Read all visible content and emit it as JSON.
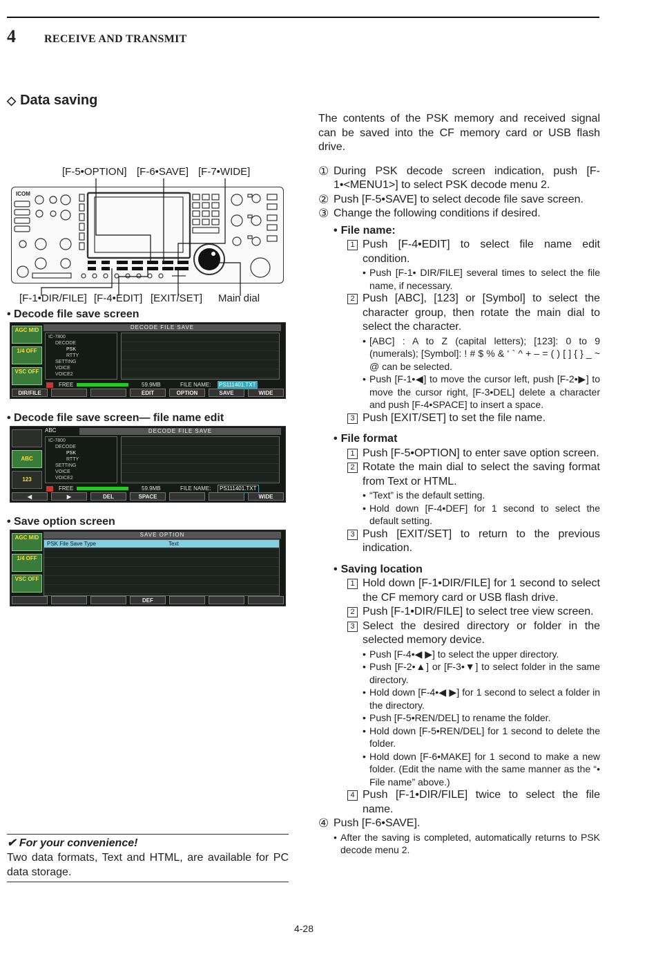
{
  "header": {
    "chapter_number": "4",
    "chapter_title": "RECEIVE AND TRANSMIT"
  },
  "section": {
    "symbol": "◇",
    "title": "Data saving"
  },
  "intro": "The contents of the PSK memory and received signal can be saved into the CF memory card or USB flash drive.",
  "steps": {
    "s1": {
      "num": "①",
      "text": "During PSK decode screen indication, push [F-1•<MENU1>] to select PSK decode menu 2."
    },
    "s2": {
      "num": "②",
      "text": "Push [F-5•SAVE] to select decode file save screen."
    },
    "s3": {
      "num": "③",
      "text": "Change the following conditions if desired."
    },
    "s4": {
      "num": "④",
      "text": "Push [F-6•SAVE].",
      "note": "After the saving is completed, automatically returns to PSK decode menu 2."
    }
  },
  "groups": {
    "file_name": {
      "title": "File name:",
      "sub1": {
        "num": "1",
        "text": "Push [F-4•EDIT] to select file name edit condition.",
        "note1": "Push [F-1• DIR/FILE] several times to select the file name, if necessary."
      },
      "sub2": {
        "num": "2",
        "text": "Push [ABC], [123] or [Symbol] to select the character group, then rotate the main dial to select the character.",
        "note1": "[ABC] : A to Z (capital letters); [123]: 0 to 9 (numerals); [Symbol]: ! # $ % & ‘ ` ^ + – = ( ) [ ] { } _ ~ @ can be selected.",
        "note2": "Push [F-1•◀] to move the cursor left, push [F-2•▶] to move the cursor right, [F-3•DEL] delete a character and push [F-4•SPACE] to insert a space."
      },
      "sub3": {
        "num": "3",
        "text": "Push [EXIT/SET] to set the file name."
      }
    },
    "file_format": {
      "title": "File format",
      "sub1": {
        "num": "1",
        "text": "Push [F-5•OPTION] to enter save option screen."
      },
      "sub2": {
        "num": "2",
        "text": "Rotate the main dial to select the saving format from Text or HTML.",
        "note1": "“Text” is the default setting.",
        "note2": "Hold down [F-4•DEF] for 1 second to select the default setting."
      },
      "sub3": {
        "num": "3",
        "text": "Push [EXIT/SET] to return to the previous indication."
      }
    },
    "saving_location": {
      "title": "Saving location",
      "sub1": {
        "num": "1",
        "text": "Hold down [F-1•DIR/FILE] for 1 second to select the CF memory card or USB flash drive."
      },
      "sub2": {
        "num": "2",
        "text": "Push [F-1•DIR/FILE] to select tree view screen."
      },
      "sub3": {
        "num": "3",
        "text": "Select the desired directory or folder in the selected memory device.",
        "notes": [
          "Push [F-4•◀ ▶] to select the upper directory.",
          "Push [F-2•▲] or [F-3•▼] to select folder in the same directory.",
          "Hold down [F-4•◀ ▶] for 1 second to select a folder in the directory.",
          "Push [F-5•REN/DEL] to rename the folder.",
          "Hold down [F-5•REN/DEL] for 1 second to delete the folder.",
          "Hold down [F-6•MAKE] for 1 second to make a new folder. (Edit the name with the same manner as the “• File name” above.)"
        ]
      },
      "sub4": {
        "num": "4",
        "text": "Push [F-1•DIR/FILE] twice to select the file name."
      }
    }
  },
  "radio_labels": {
    "f5": "[F-5•OPTION]",
    "f6": "[F-6•SAVE]",
    "f7": "[F-7•WIDE]",
    "f1": "[F-1•DIR/FILE]",
    "f4": "[F-4•EDIT]",
    "exit": "[EXIT/SET]",
    "dial": "Main dial",
    "brand": "ICOM"
  },
  "screens": {
    "save": {
      "caption": "• Decode file save screen",
      "title": "DECODE FILE SAVE",
      "side": [
        "AGC MID",
        "1/4 OFF",
        "VSC OFF"
      ],
      "tree": [
        "IC-7800",
        "DECODE",
        "PSK",
        "RTTY",
        "SETTING",
        "VOICE",
        "VOICE2"
      ],
      "free_label": "FREE",
      "free_value": "59.9MB",
      "file_label": "FILE NAME:",
      "file_value": "PS111401.TXT",
      "keys": [
        "DIR/FILE",
        "",
        "",
        "EDIT",
        "OPTION",
        "SAVE",
        "WIDE"
      ]
    },
    "edit": {
      "caption": "• Decode file save screen— file name edit",
      "title": "DECODE FILE SAVE",
      "mode": "ABC",
      "side": [
        "",
        "ABC",
        "123"
      ],
      "tree": [
        "IC-7800",
        "DECODE",
        "PSK",
        "RTTY",
        "SETTING",
        "VOICE",
        "VOICE2"
      ],
      "free_label": "FREE",
      "free_value": "59.9MB",
      "file_label": "FILE NAME:",
      "file_value": "PS111401.TXT",
      "keys": [
        "◀",
        "▶",
        "DEL",
        "SPACE",
        "",
        "",
        "WIDE"
      ]
    },
    "option": {
      "caption": "• Save option screen",
      "title": "SAVE OPTION",
      "side": [
        "AGC MID",
        "1/4 OFF",
        "VSC OFF"
      ],
      "row_label": "PSK File Save Type",
      "row_value": "Text",
      "keys": [
        "",
        "",
        "",
        "DEF",
        "",
        "",
        ""
      ]
    }
  },
  "convenience": {
    "title": "✔ For your convenience!",
    "body": "Two data formats, Text and HTML, are available for PC data storage."
  },
  "page_number": "4-28"
}
